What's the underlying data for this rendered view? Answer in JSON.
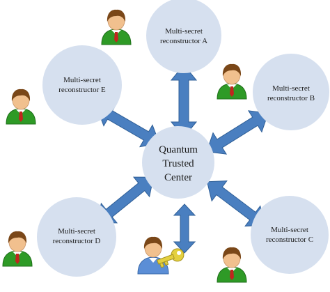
{
  "diagram": {
    "center": {
      "lines": [
        "Quantum",
        "Trusted",
        "Center"
      ]
    },
    "reconstructors": [
      {
        "id": "A",
        "lines": [
          "Multi-secret",
          "reconstructor A"
        ]
      },
      {
        "id": "B",
        "lines": [
          "Multi-secret",
          "reconstructor B"
        ]
      },
      {
        "id": "C",
        "lines": [
          "Multi-secret",
          "reconstructor C"
        ]
      },
      {
        "id": "D",
        "lines": [
          "Multi-secret",
          "reconstructor D"
        ]
      },
      {
        "id": "E",
        "lines": [
          "Multi-secret",
          "reconstructor E"
        ]
      }
    ],
    "colors": {
      "node_fill": "#d6e0ef",
      "arrow_fill": "#4a7fc0",
      "arrow_stroke": "#2f5f97",
      "user_shirt": "#2e9a26",
      "user_hair": "#7a4718",
      "user_skin": "#f1c08e",
      "tie": "#c0261e",
      "key": "#e4d040",
      "admin_shirt": "#5b8ed6"
    },
    "icons": [
      "user-icon",
      "admin-key-icon"
    ]
  }
}
